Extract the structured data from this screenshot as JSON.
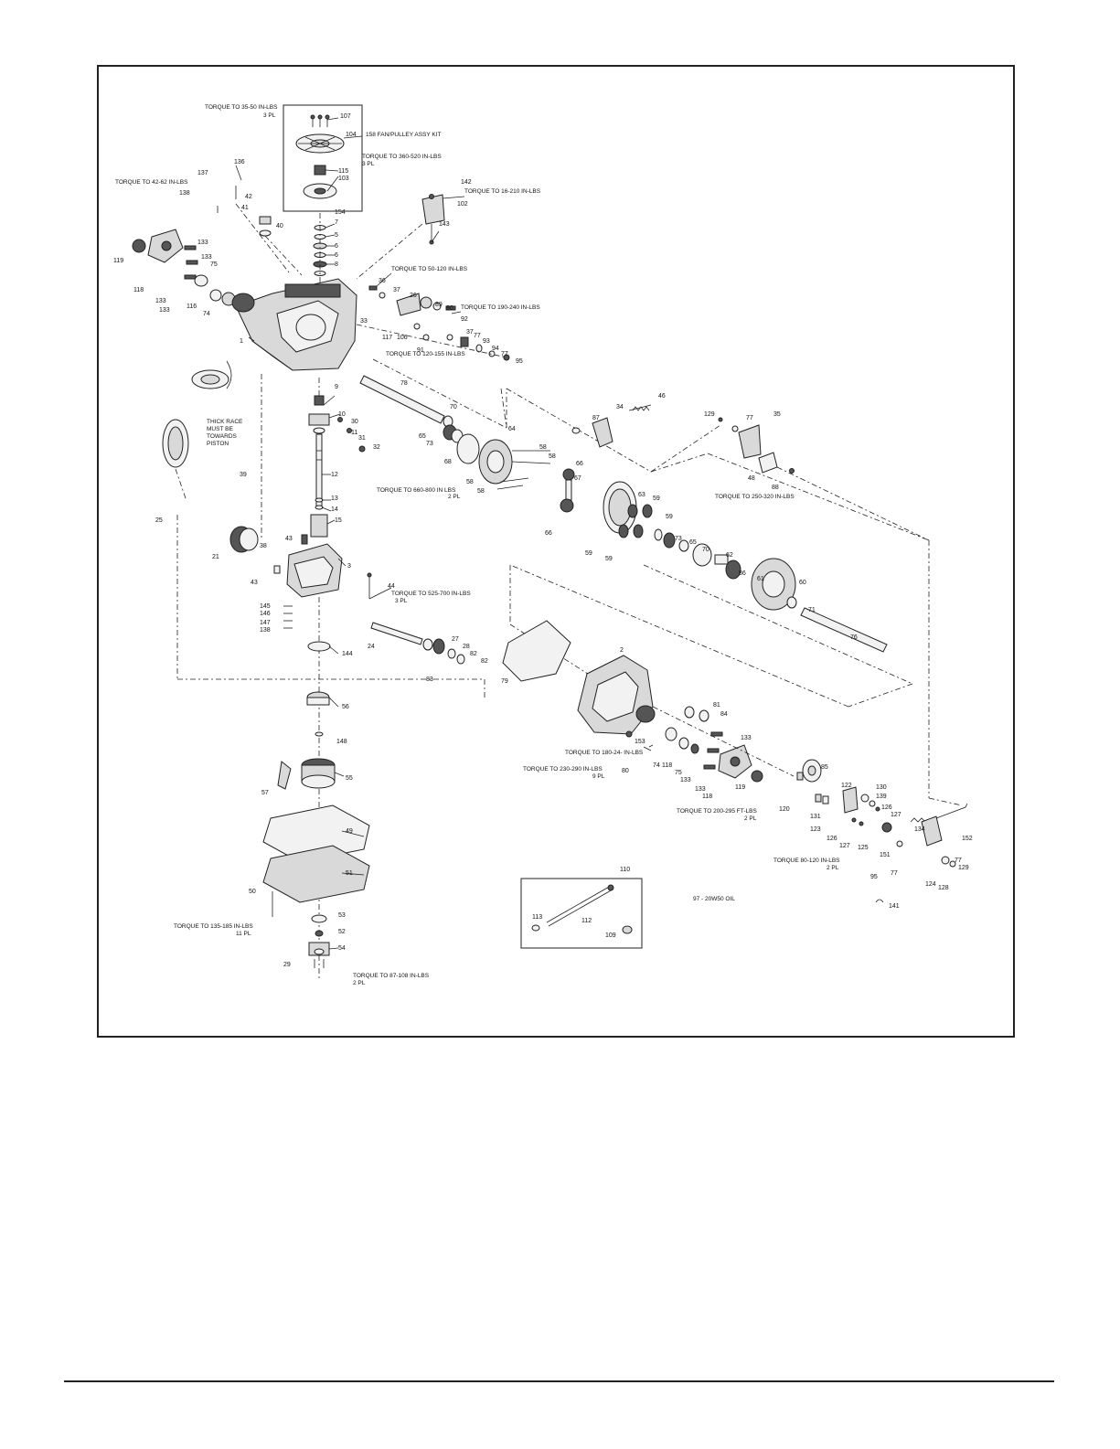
{
  "torque_notes": {
    "t_fan_screws": "TORQUE TO 35-50 IN-LBS",
    "t_fan_screws_pl": "3 PL",
    "fan_kit": "158 FAN/PULLEY ASSY KIT",
    "t_pulley": "TORQUE TO 360-520 IN-LBS",
    "t_pulley_pl": "3 PL",
    "t_left": "TORQUE TO 42-62 IN-LBS",
    "t_bracket": "TORQUE TO 16-210 IN-LBS",
    "t_50_120": "TORQUE TO 50-120 IN-LBS",
    "t_190_240": "TORQUE TO 190-240 IN-LBS",
    "t_120_155": "TORQUE TO 120-155 IN-LBS",
    "t_660_800": "TORQUE TO 660-800 IN LBS",
    "t_660_800_pl": "2 PL",
    "t_250_320": "TORQUE TO 250-320 IN-LBS",
    "t_525_700": "TORQUE TO 525-700 IN-LBS",
    "t_525_700_pl": "3 PL",
    "t_180_24": "TORQUE TO 180-24- IN-LBS",
    "t_230_290": "TORQUE TO 230-290 IN-LBS",
    "t_230_290_pl": "9 PL",
    "t_200_295": "TORQUE TO 200-295 FT-LBS",
    "t_200_295_pl": "2 PL",
    "t_80_120": "TORQUE 80-120 IN-LBS",
    "t_80_120_pl": "2 PL",
    "t_135_185": "TORQUE TO 135-185 IN-LBS",
    "t_135_185_pl": "11 PL",
    "t_87_108": "TORQUE TO 87-108 IN-LBS",
    "t_87_108_pl": "2 PL",
    "oil": "97 - 20W50 OIL",
    "race_note_1": "THICK RACE",
    "race_note_2": "MUST BE",
    "race_note_3": "TOWARDS",
    "race_note_4": "PISTON"
  },
  "callouts": [
    "107",
    "104",
    "115",
    "103",
    "136",
    "137",
    "138",
    "42",
    "41",
    "40",
    "154",
    "7",
    "5",
    "6",
    "6",
    "8",
    "142",
    "102",
    "143",
    "119",
    "133",
    "133",
    "75",
    "118",
    "133",
    "133",
    "116",
    "74",
    "1",
    "36",
    "37",
    "26",
    "89",
    "90",
    "92",
    "106",
    "91",
    "37",
    "77",
    "93",
    "94",
    "77",
    "95",
    "33",
    "117",
    "9",
    "10",
    "30",
    "11",
    "31",
    "32",
    "12",
    "13",
    "14",
    "15",
    "39",
    "78",
    "70",
    "65",
    "73",
    "64",
    "68",
    "34",
    "46",
    "87",
    "129",
    "77",
    "35",
    "48",
    "88",
    "58",
    "58",
    "58",
    "58",
    "66",
    "67",
    "63",
    "66",
    "59",
    "59",
    "59",
    "59",
    "73",
    "65",
    "70",
    "62",
    "86",
    "61",
    "60",
    "71",
    "76",
    "25",
    "21",
    "38",
    "43",
    "43",
    "3",
    "44",
    "145",
    "146",
    "147",
    "138",
    "24",
    "27",
    "28",
    "82",
    "82",
    "83",
    "79",
    "2",
    "81",
    "84",
    "153",
    "133",
    "74",
    "80",
    "118",
    "75",
    "133",
    "133",
    "119",
    "118",
    "85",
    "120",
    "131",
    "122",
    "130",
    "139",
    "126",
    "127",
    "123",
    "126",
    "127",
    "125",
    "134",
    "151",
    "152",
    "95",
    "77",
    "124",
    "128",
    "77",
    "129",
    "141",
    "144",
    "56",
    "148",
    "55",
    "57",
    "49",
    "51",
    "50",
    "53",
    "52",
    "54",
    "29",
    "110",
    "113",
    "112",
    "109"
  ]
}
